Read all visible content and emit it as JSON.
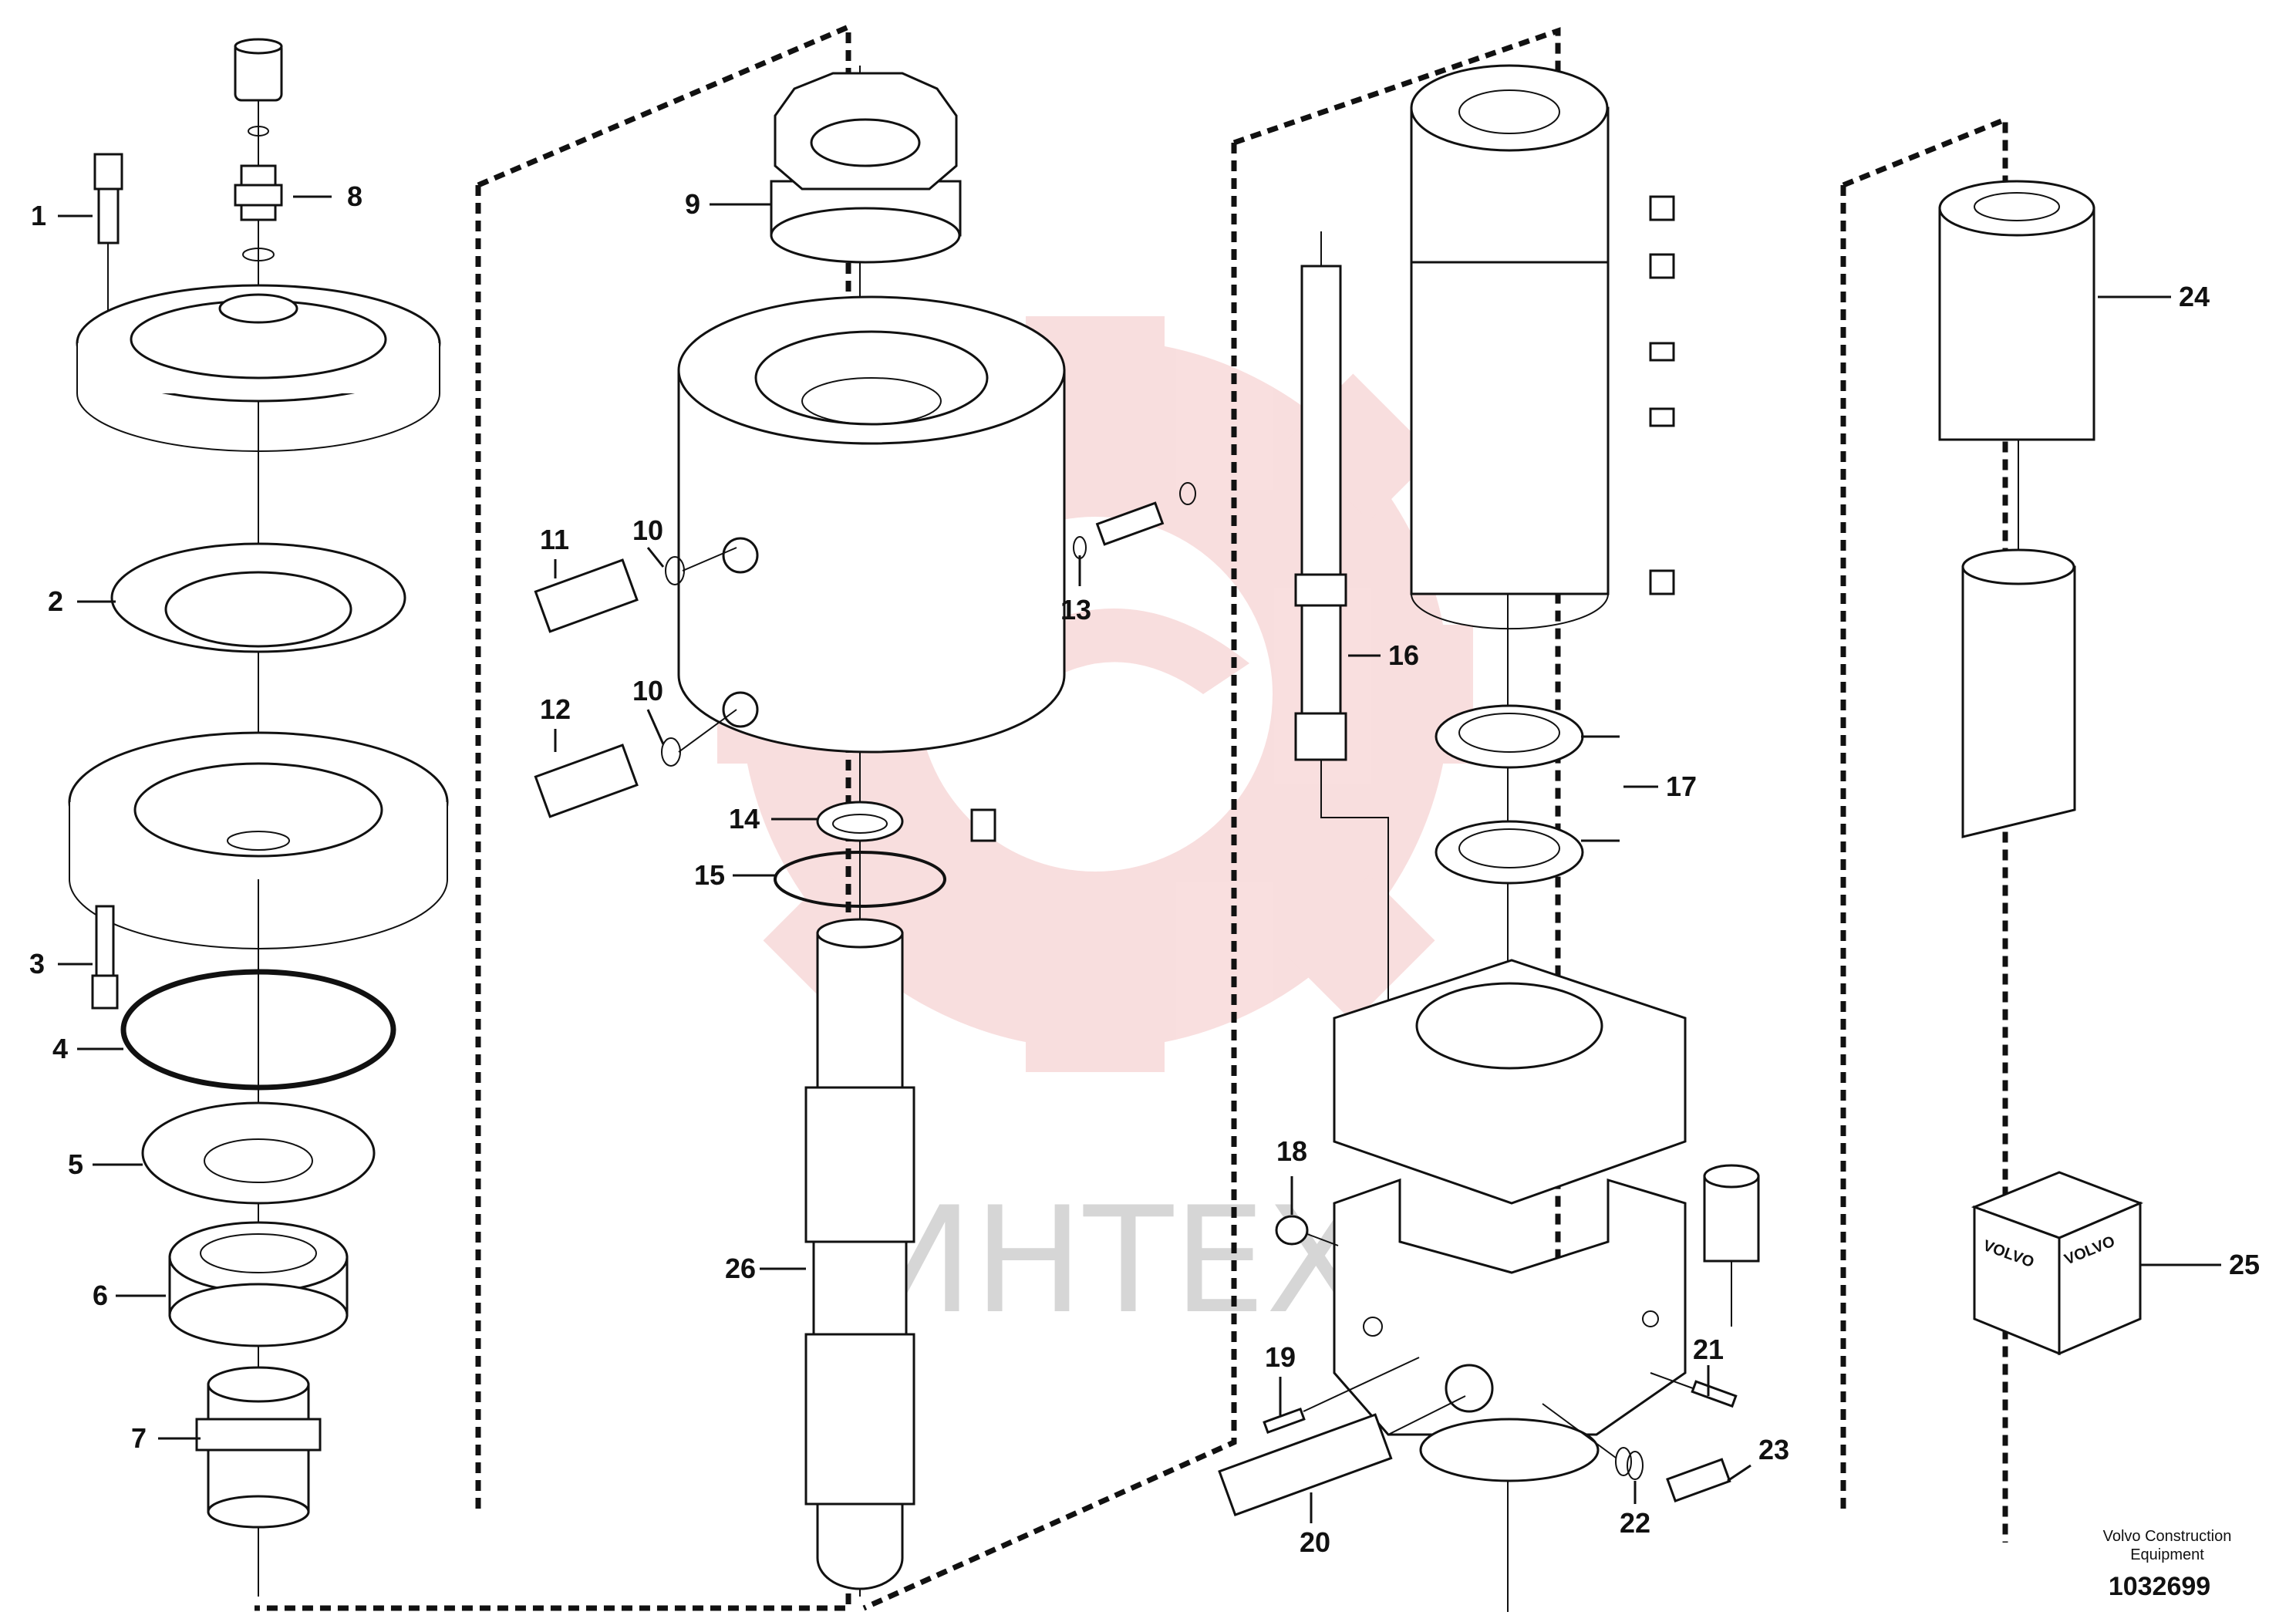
{
  "watermark": {
    "text": "ИНТЕХ",
    "gear_color": "#f4c4c4"
  },
  "callouts": {
    "c1": "1",
    "c2": "2",
    "c3": "3",
    "c4": "4",
    "c5": "5",
    "c6": "6",
    "c7": "7",
    "c8": "8",
    "c9": "9",
    "c10a": "10",
    "c10b": "10",
    "c11": "11",
    "c12": "12",
    "c13": "13",
    "c14": "14",
    "c15": "15",
    "c16": "16",
    "c17": "17",
    "c18": "18",
    "c19": "19",
    "c20": "20",
    "c21": "21",
    "c22": "22",
    "c23": "23",
    "c24": "24",
    "c25": "25",
    "c26": "26"
  },
  "parts_box": {
    "brand_left": "VOLVO",
    "brand_right": "VOLVO"
  },
  "footer": {
    "credit_line1": "Volvo Construction",
    "credit_line2": "Equipment",
    "figure_number": "1032699"
  }
}
